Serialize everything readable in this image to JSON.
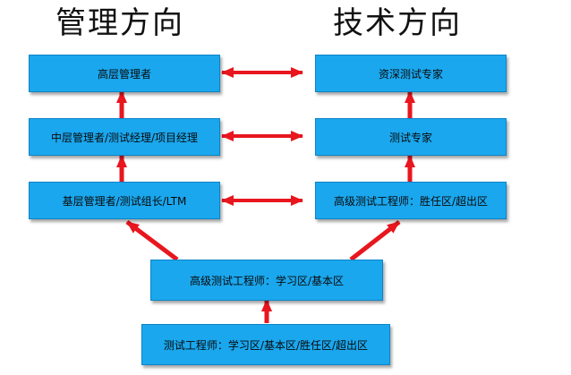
{
  "headings": {
    "management": "管理方向",
    "technical": "技术方向"
  },
  "management_track": {
    "senior": "高层管理者",
    "middle": "中层管理者/测试经理/项目经理",
    "junior": "基层管理者/测试组长/LTM"
  },
  "technical_track": {
    "expert_senior": "资深测试专家",
    "expert": "测试专家",
    "senior_engineer": "高级测试工程师：胜任区/超出区"
  },
  "shared_track": {
    "senior_engineer": "高级测试工程师：学习区/基本区",
    "engineer": "测试工程师：学习区/基本区/胜任区/超出区"
  },
  "colors": {
    "box_fill": "#1aa7ee",
    "arrow": "#e8161e",
    "text": "#0a0a0a"
  }
}
